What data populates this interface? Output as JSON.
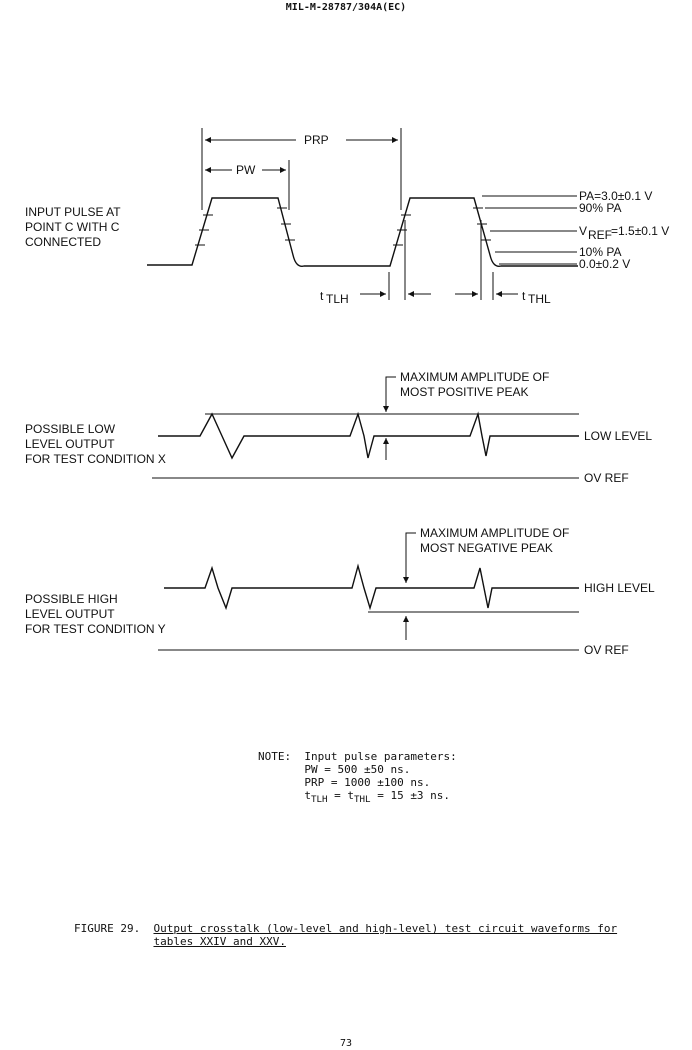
{
  "header": {
    "doc_id": "MIL-M-28787/304A(EC)"
  },
  "diagram": {
    "input_label": [
      "INPUT PULSE AT",
      "POINT C WITH C",
      "CONNECTED"
    ],
    "prp_label": "PRP",
    "pw_label": "PW",
    "tlh_label": "TLH",
    "thl_label": "THL",
    "level_labels": {
      "pa": "PA=3.0±0.1 V",
      "ninety": "90% PA",
      "vref_prefix": "V",
      "vref_sub": "REF",
      "vref_value": "=1.5±0.1 V",
      "ten": "10% PA",
      "zero": "0.0±0.2 V"
    },
    "low_output_label": [
      "POSSIBLE LOW",
      "LEVEL OUTPUT",
      "FOR TEST CONDITION X"
    ],
    "low_peak_label": [
      "MAXIMUM AMPLITUDE OF",
      "MOST POSITIVE PEAK"
    ],
    "low_level_label": "LOW LEVEL",
    "ov_ref_label": "OV REF",
    "high_output_label": [
      "POSSIBLE HIGH",
      "LEVEL OUTPUT",
      "FOR TEST CONDITION Y"
    ],
    "high_peak_label": [
      "MAXIMUM AMPLITUDE OF",
      "MOST NEGATIVE PEAK"
    ],
    "high_level_label": "HIGH LEVEL"
  },
  "note": {
    "prefix": "NOTE:",
    "title": "Input pulse parameters:",
    "pw": "PW = 500 ±50 ns.",
    "prp": "PRP = 1000 ±100 ns.",
    "t_prefix": "t",
    "t_tlh_sub": "TLH",
    "t_mid": " = t",
    "t_thl_sub": "THL",
    "t_value": " = 15 ±3 ns."
  },
  "caption": {
    "figure": "FIGURE 29.",
    "line1": "Output crosstalk (low-level and high-level) test circuit waveforms for",
    "line2": "tables XXIV and XXV."
  },
  "page_number": "73"
}
